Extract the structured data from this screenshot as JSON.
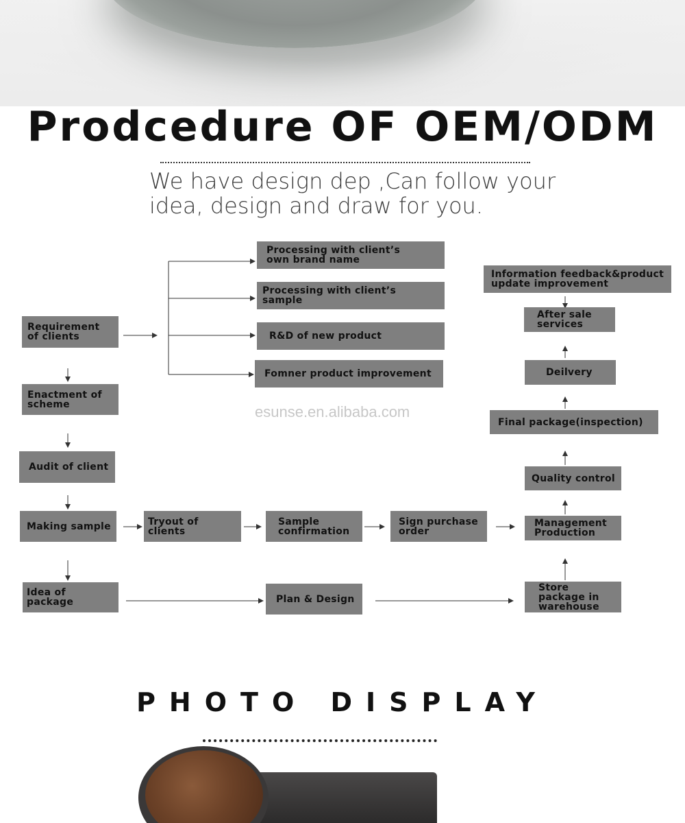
{
  "title": "Prodcedure OF OEM/ODM",
  "subtitle_lines": [
    "We have design dep ,Can follow your",
    "idea, design and draw for you."
  ],
  "watermark": "esunse.en.alibaba.com",
  "photo_display_title": "PHOTO DISPLAY",
  "nodes": {
    "processing_brand_name": "Processing with client’s own brand name",
    "processing_sample": "Processing with client’s sample",
    "rd_new_product": "R&D of new product",
    "former_improvement": "Fomner product improvement",
    "requirement": "Requirement of clients",
    "enactment": "Enactment of scheme",
    "audit": "Audit of client",
    "making_sample": "Making sample",
    "tryout": "Tryout of clients",
    "sample_confirmation": "Sample confirmation",
    "sign_order": "Sign purchase order",
    "management_production": "Management Production",
    "idea_package": "Idea of package",
    "plan_design": "Plan & Design",
    "store_package": "Store package in warehouse",
    "quality_control": "Quality control",
    "final_package": "Final package(inspection)",
    "delivery": "Deilvery",
    "after_sale": "After sale services",
    "info_feedback": "Information feedback&product update improvement"
  },
  "colors": {
    "box_fill": "#7f7f7f",
    "text": "#111111",
    "line": "#333333"
  },
  "photo_icon": "coffee-scoop-photo"
}
